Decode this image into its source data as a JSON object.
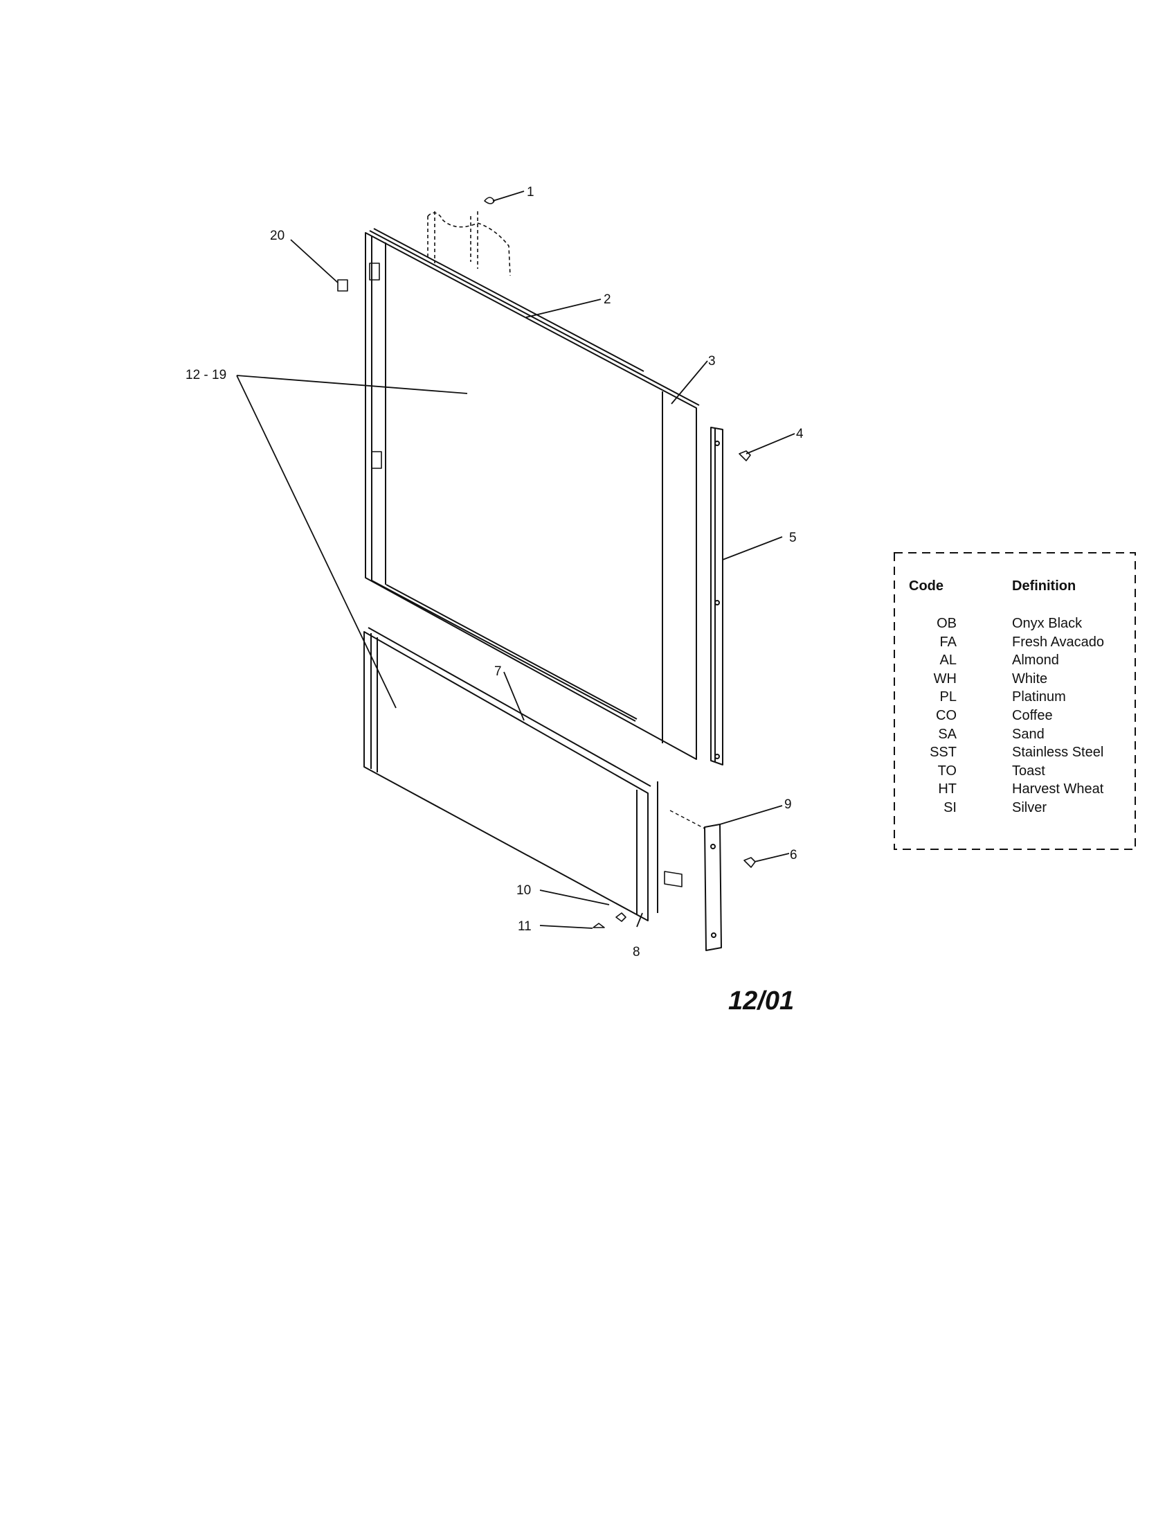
{
  "callouts": [
    "1",
    "2",
    "3",
    "4",
    "5",
    "6",
    "7",
    "8",
    "9",
    "10",
    "11",
    "12 - 19",
    "20"
  ],
  "date_code": "12/01",
  "legend": {
    "header_code": "Code",
    "header_definition": "Definition",
    "rows": [
      {
        "code": "OB",
        "definition": "Onyx Black"
      },
      {
        "code": "FA",
        "definition": "Fresh Avacado"
      },
      {
        "code": "AL",
        "definition": "Almond"
      },
      {
        "code": "WH",
        "definition": "White"
      },
      {
        "code": "PL",
        "definition": "Platinum"
      },
      {
        "code": "CO",
        "definition": "Coffee"
      },
      {
        "code": "SA",
        "definition": "Sand"
      },
      {
        "code": "SST",
        "definition": "Stainless Steel"
      },
      {
        "code": "TO",
        "definition": "Toast"
      },
      {
        "code": "HT",
        "definition": "Harvest Wheat"
      },
      {
        "code": "SI",
        "definition": "Silver"
      }
    ]
  }
}
